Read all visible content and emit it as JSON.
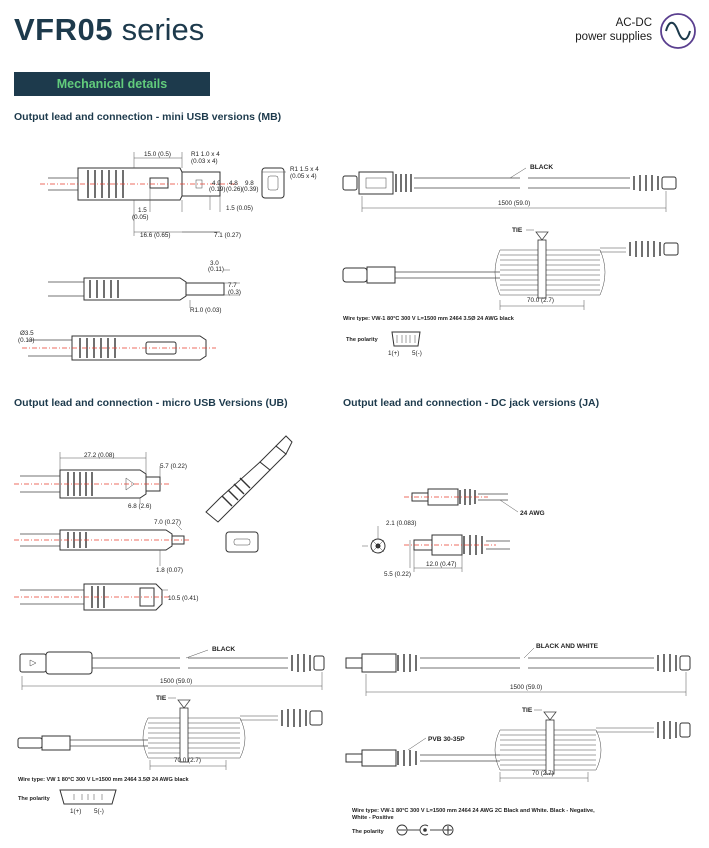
{
  "header": {
    "series_name": "VFR05",
    "series_suffix": "series",
    "category_line1": "AC-DC",
    "category_line2": "power supplies",
    "icon": "ac-sine-wave-icon"
  },
  "tab": {
    "label": "Mechanical details"
  },
  "sections": {
    "mb_title": "Output lead and connection - mini USB versions (MB)",
    "ub_title": "Output lead and connection - micro USB Versions (UB)",
    "ja_title": "Output lead and connection - DC jack versions (JA)"
  },
  "mb": {
    "dims": {
      "d150": "15.0 (0.5)",
      "r10x4": "R1 1.0 x 4",
      "r10x4_in": "(0.03 x 4)",
      "r15x4": "R1 1.5 x 4",
      "r15x4_in": "(0.05 x 4)",
      "d49": "4.9",
      "d49_in": "(0.19)",
      "d48": "4.8",
      "d48_in": "(0.26)",
      "d98": "9.8",
      "d98_in": "(0.39)",
      "d15": "1.5",
      "d15_in": "(0.05)",
      "d15b": "1.5 (0.05)",
      "d166": "16.6 (0.65)",
      "d71": "7.1 (0.27)",
      "d30": "3.0",
      "d30_in": "(0.11)",
      "d77": "7.7",
      "d77_in": "(0.3)",
      "r10": "R1.0 (0.03)",
      "dia35": "Ø3.5",
      "dia35_in": "(0.13)"
    },
    "black": "BLACK",
    "length": "1500 (59.0)",
    "tie": "TIE",
    "bundle": "70.0 (2.7)",
    "wire_type": "Wire type: VW-1 80°C 300 V L=1500 mm 2464 3.5Ø 24 AWG black",
    "polarity_label": "The polarity",
    "pol_pos": "1(+)",
    "pol_neg": "5(-)"
  },
  "ub": {
    "dims": {
      "d272": "27.2 (0.08)",
      "d57": "5.7 (0.22)",
      "d68": "6.8 (2.6)",
      "d70": "7.0 (0.27)",
      "d18": "1.8 (0.07)",
      "d105": "10.5 (0.41)"
    },
    "black": "BLACK",
    "length": "1500 (59.0)",
    "tie": "TIE",
    "bundle": "70.0 (2.7)",
    "wire_type": "Wire type: VW 1 80°C 300 V L=1500 mm 2464 3.5Ø 24 AWG black",
    "polarity_label": "The polarity",
    "pol_pos": "1(+)",
    "pol_neg": "5(-)"
  },
  "ja": {
    "awg": "24 AWG",
    "d21": "2.1 (0.083)",
    "d55": "5.5 (0.22)",
    "d120": "12.0 (0.47)",
    "black_white": "BLACK AND WHITE",
    "length": "1500 (59.0)",
    "tie": "TIE",
    "pvb": "PVB 30-35P",
    "bundle": "70 (2.7)",
    "wire_type_1": "Wire type: VW-1 80°C 300 V L=1500 mm 2464 24 AWG 2C Black and White. Black - Negative,",
    "wire_type_2": "White - Positive",
    "polarity_label": "The polarity"
  }
}
